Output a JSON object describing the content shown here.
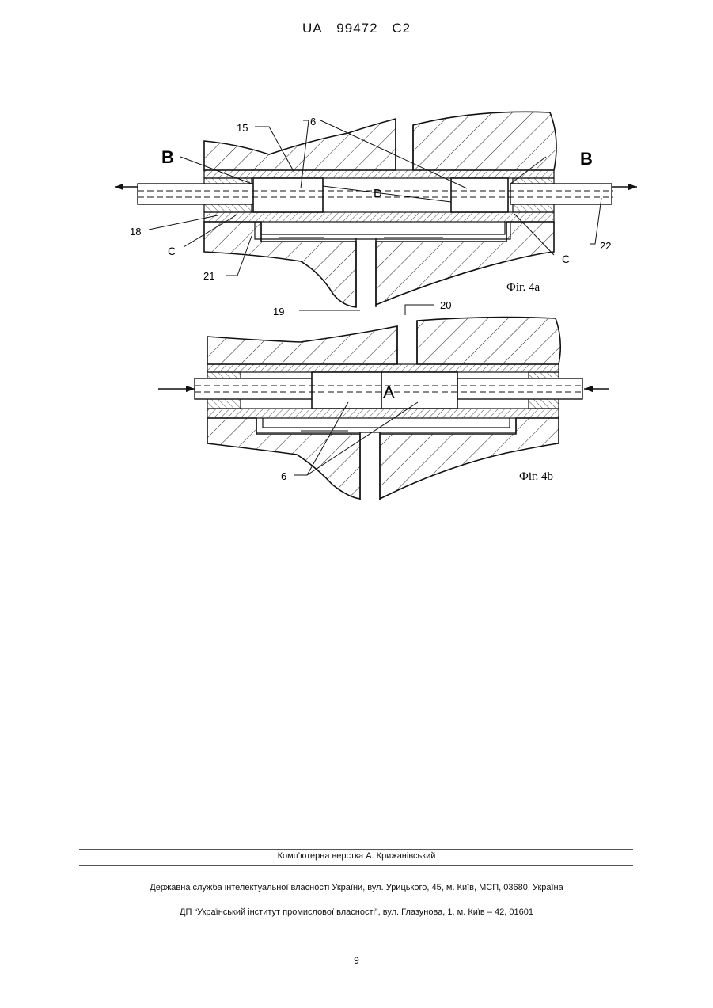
{
  "header": {
    "country": "UA",
    "number": "99472",
    "kind": "C2"
  },
  "figure_4a": {
    "caption": "Фіг. 4а",
    "labels": {
      "l15": "15",
      "l6": "6",
      "lB_left": "B",
      "lB_right": "B",
      "lD": "D",
      "l18": "18",
      "lC_left": "C",
      "lC_right": "C",
      "l22": "22",
      "l21": "21",
      "l19": "19"
    }
  },
  "figure_4b": {
    "caption": "Фіг. 4b",
    "labels": {
      "l20": "20",
      "lA": "A",
      "l6": "6"
    }
  },
  "footer": {
    "compiler": "Комп’ютерна верстка А. Крижанівський",
    "agency": "Державна служба інтелектуальної власності України, вул. Урицького, 45, м. Київ, МСП, 03680, Україна",
    "publisher": "ДП “Український інститут промислової власності”, вул. Глазунова, 1, м. Київ – 42, 01601"
  },
  "page_number": "9"
}
